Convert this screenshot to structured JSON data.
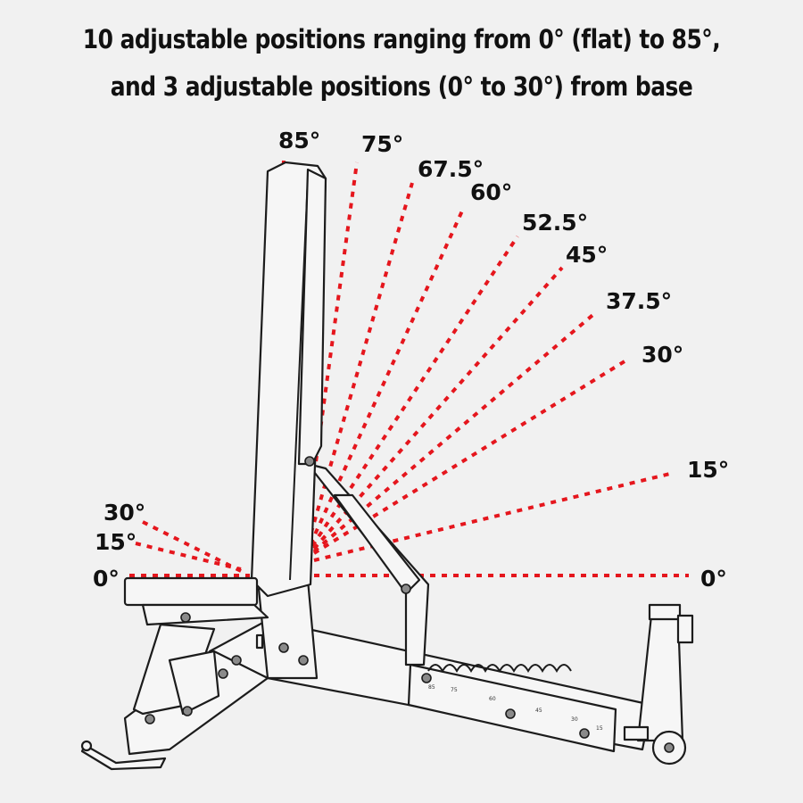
{
  "headline": {
    "line1": "10 adjustable positions ranging from 0° (flat) to 85°,",
    "line2": "and 3 adjustable positions (0° to 30°) from base"
  },
  "back_angles": [
    "85°",
    "75°",
    "67.5°",
    "60°",
    "52.5°",
    "45°",
    "37.5°",
    "30°",
    "15°",
    "0°"
  ],
  "seat_angles": [
    "30°",
    "15°",
    "0°"
  ],
  "bracket_marks": [
    "85",
    "75",
    "60",
    "45",
    "30",
    "15"
  ],
  "colors": {
    "background": "#f1f1f1",
    "dashed_lines": "#e5161d",
    "text": "#111111",
    "bench_outline": "#1c1c1c"
  }
}
